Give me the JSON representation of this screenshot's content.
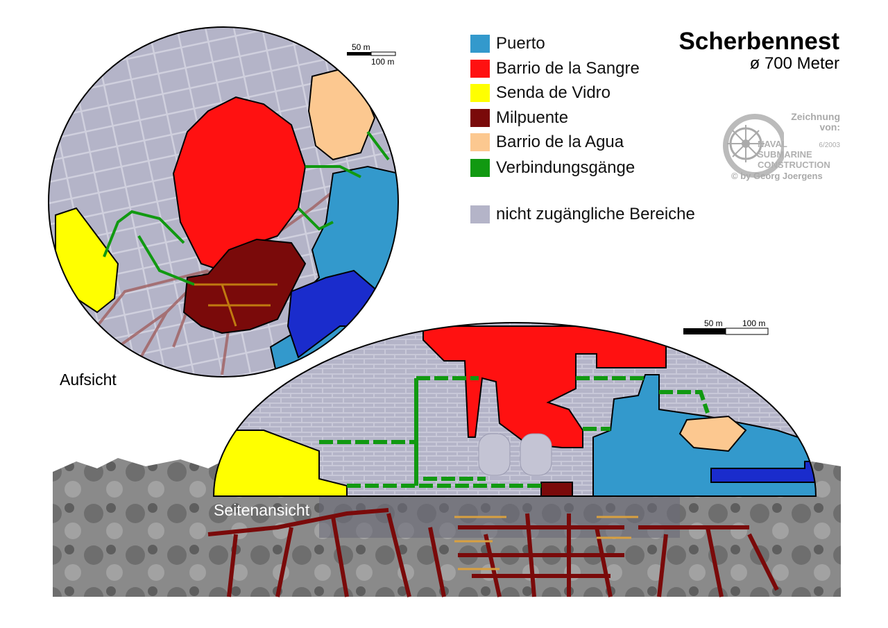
{
  "header": {
    "title": "Scherbennest",
    "subtitle": "ø 700 Meter"
  },
  "legend": [
    {
      "label": "Puerto",
      "color": "#3399cc"
    },
    {
      "label": "Barrio de la Sangre",
      "color": "#ff1111"
    },
    {
      "label": "Senda de Vidro",
      "color": "#ffff00"
    },
    {
      "label": "Milpuente",
      "color": "#7a0a0a"
    },
    {
      "label": "Barrio de la Agua",
      "color": "#fcc890"
    },
    {
      "label": "Verbindungsgänge",
      "color": "#119911"
    },
    {
      "label": "nicht zugängliche Bereiche",
      "color": "#b4b4c8"
    }
  ],
  "views": {
    "top": "Aufsicht",
    "side": "Seitenansicht"
  },
  "scale_top": {
    "a": "50 m",
    "b": "100 m"
  },
  "scale_side": {
    "a": "50 m",
    "b": "100 m"
  },
  "credit": {
    "line1": "Zeichnung",
    "line2": "von:",
    "date": "6/2003",
    "logo_text": "NAVAL SUBMARINE CONSTRUCTION",
    "author": "© by Georg Joergens"
  }
}
